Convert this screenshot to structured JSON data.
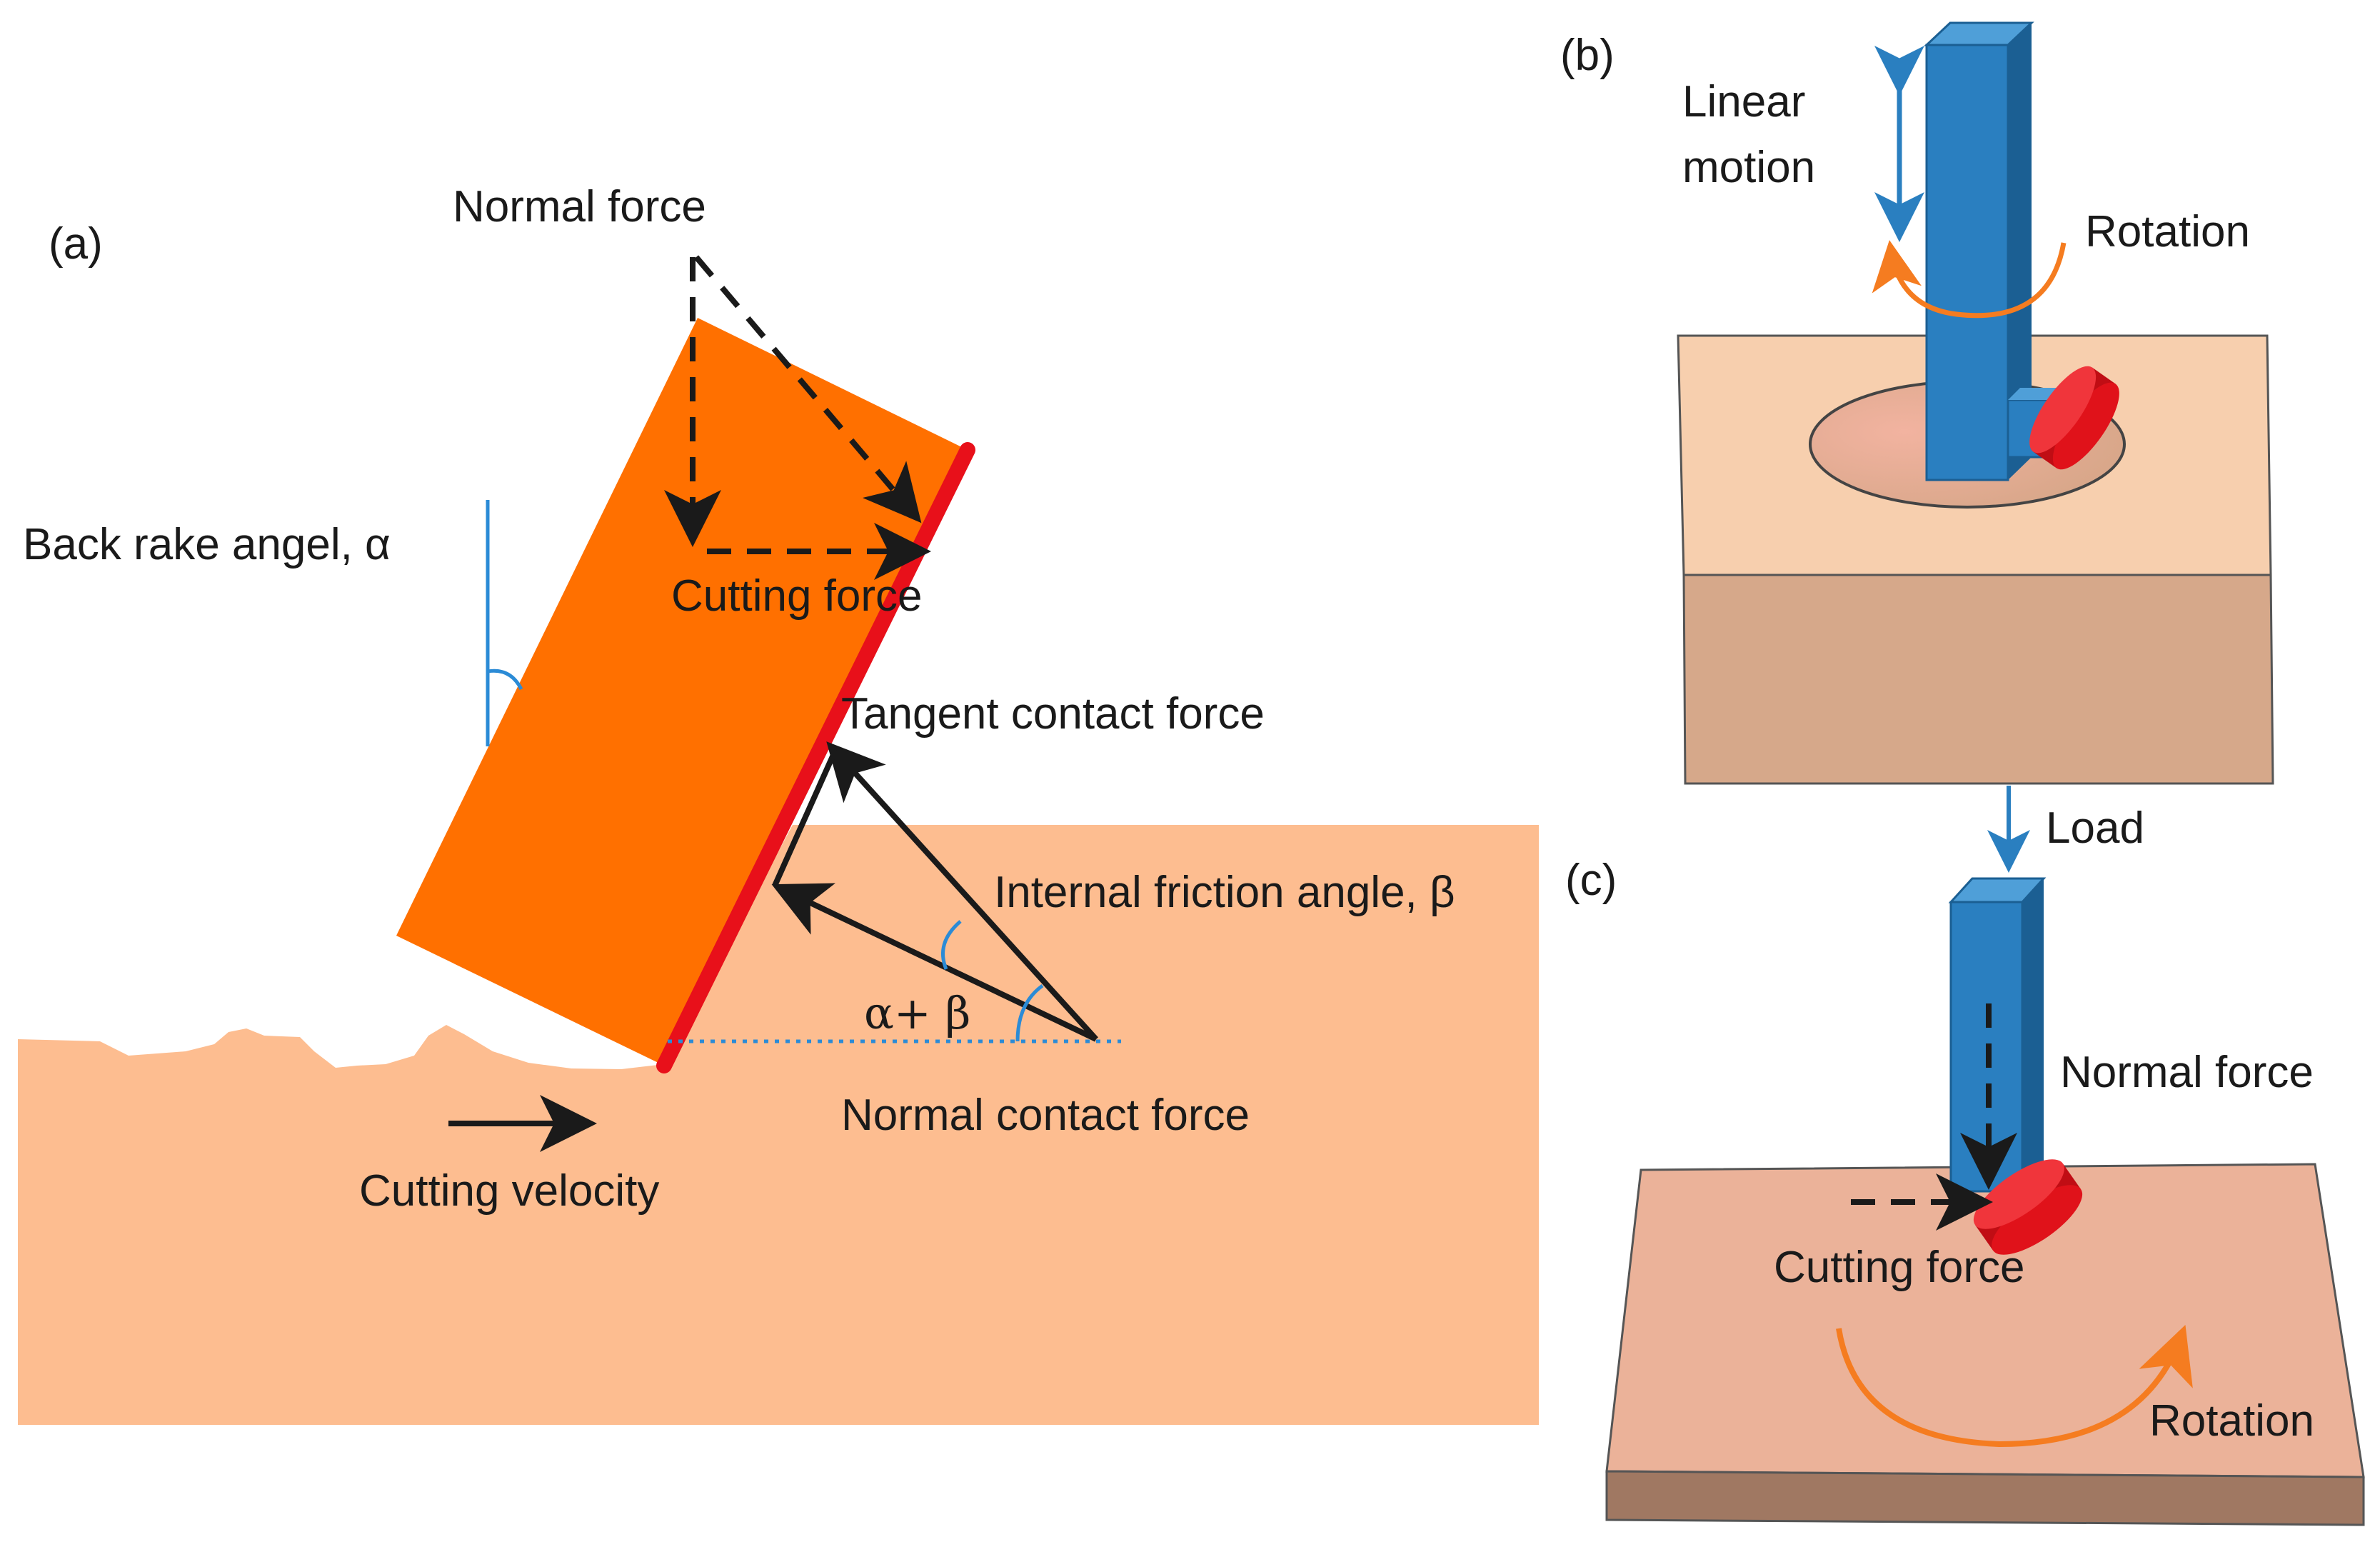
{
  "panels": {
    "a": {
      "tag": "(a)",
      "normal_force": "Normal force",
      "back_rake_angle": "Back rake angel, α",
      "cutting_force": "Cutting force",
      "tangent_contact_force": "Tangent contact force",
      "internal_friction_angle": "Internal friction angle, β",
      "alpha_plus_beta": "α+ β",
      "normal_contact_force": "Normal contact force",
      "cutting_velocity": "Cutting velocity"
    },
    "b": {
      "tag": "(b)",
      "linear_motion_line1": "Linear",
      "linear_motion_line2": "motion",
      "rotation": "Rotation",
      "load": "Load"
    },
    "c": {
      "tag": "(c)",
      "normal_force": "Normal force",
      "cutting_force": "Cutting force",
      "rotation": "Rotation"
    }
  },
  "colors": {
    "rock_light": "#fdbd90",
    "cutter_orange": "#ff7000",
    "cutter_edge_red": "#e8101a",
    "tool_blue": "#2a7fc0",
    "tool_blue_dark": "#1b5f93",
    "tool_blue_top": "#4f9fd8",
    "red_disc": "#e0121a",
    "motion_orange": "#f57c20",
    "block_top": "#f7cfae",
    "block_side": "#d6a88a",
    "slab_top": "#ebb299",
    "slab_side": "#a07862",
    "arrow_black": "#1a1a1a",
    "angle_blue": "#2b8bd6"
  }
}
